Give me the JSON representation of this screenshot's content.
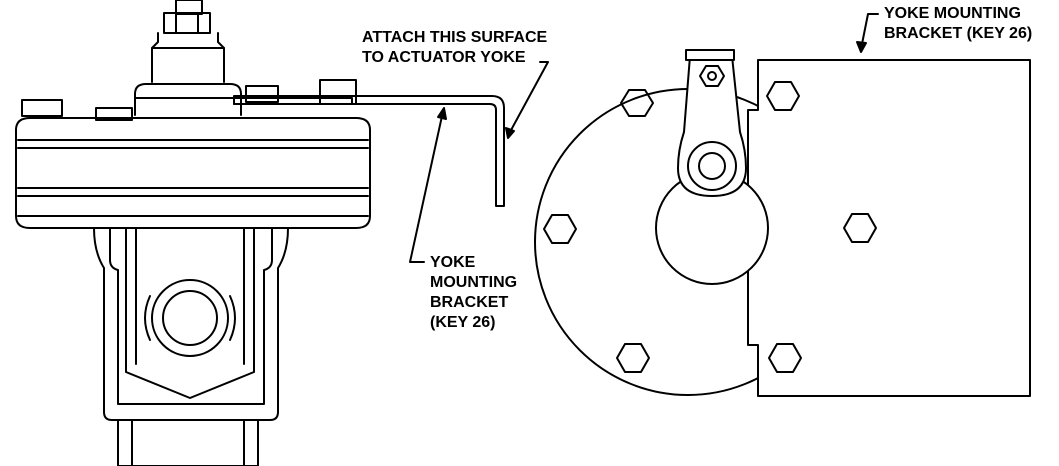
{
  "callouts": {
    "attach_surface": [
      "ATTACH THIS SURFACE",
      "TO ACTUATOR YOKE"
    ],
    "bracket_side": [
      "YOKE",
      "MOUNTING",
      "BRACKET",
      "(KEY 26)"
    ],
    "bracket_top": [
      "YOKE MOUNTING",
      "BRACKET (KEY 26)"
    ]
  },
  "colors": {
    "line": "#000000",
    "background": "#ffffff"
  }
}
